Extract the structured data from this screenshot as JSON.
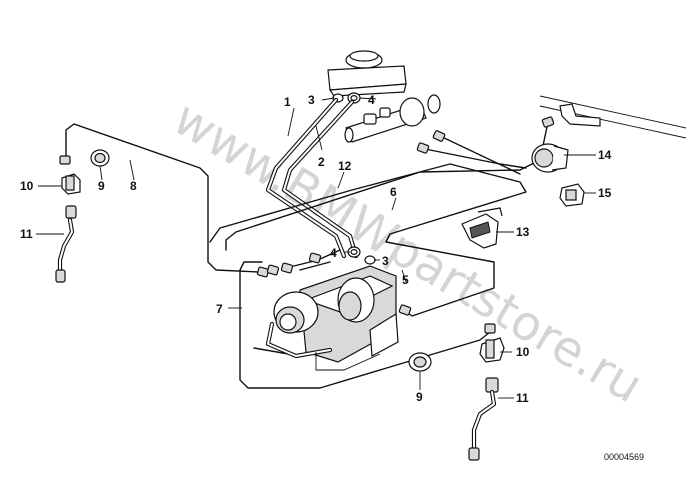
{
  "watermark": "www.BMWpartstore.ru",
  "reference_number": "00004569",
  "callouts": {
    "c1": "1",
    "c2": "2",
    "c3a": "3",
    "c3b": "3",
    "c4a": "4",
    "c4b": "4",
    "c5": "5",
    "c6": "6",
    "c7": "7",
    "c8": "8",
    "c9a": "9",
    "c9b": "9",
    "c10a": "10",
    "c10b": "10",
    "c11a": "11",
    "c11b": "11",
    "c12": "12",
    "c13": "13",
    "c14": "14",
    "c15": "15"
  }
}
